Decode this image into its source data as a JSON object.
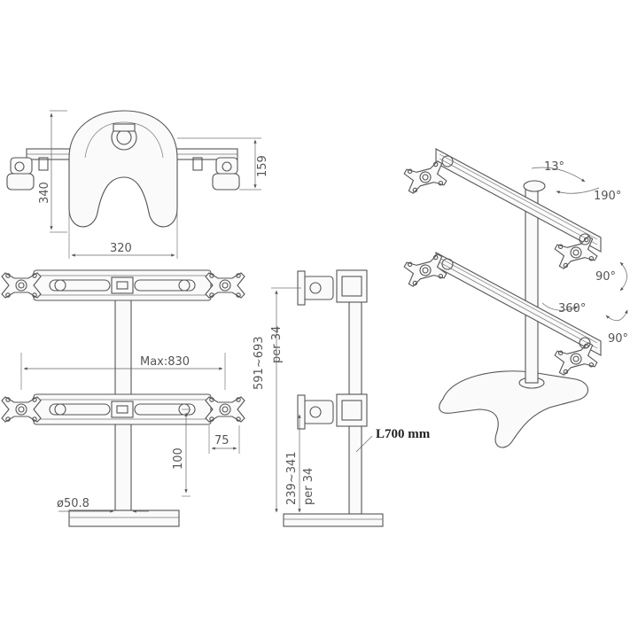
{
  "labels": {
    "height_340": "340",
    "height_159": "159",
    "width_320": "320",
    "max_830": "Max:830",
    "range_upper": "591~693",
    "per_upper": "per 34",
    "offset_100": "100",
    "offset_75": "75",
    "pole_diameter": "ø50.8",
    "range_lower": "239~341",
    "per_lower": "per 34",
    "pole_length": "L700 mm",
    "angle_13": "13°",
    "angle_190": "190°",
    "angle_90_top": "90°",
    "angle_360": "360°",
    "angle_90_bottom": "90°"
  },
  "colors": {
    "line": "#555555",
    "background": "#ffffff"
  }
}
